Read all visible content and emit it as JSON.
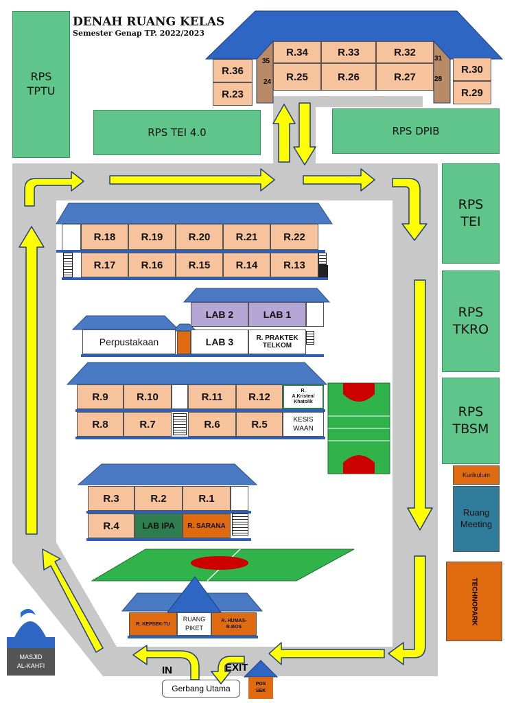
{
  "title": "DENAH RUANG KELAS",
  "subtitle": "Semester Genap TP. 2022/2023",
  "rps": {
    "tptu": "RPS\nTPTU",
    "tei40": "RPS TEI 4.0",
    "dpib": "RPS DPIB",
    "tei": "RPS\nTEI",
    "tkro": "RPS\nTKRO",
    "tbsm": "RPS\nTBSM"
  },
  "top_building": {
    "r34": "R.34",
    "r33": "R.33",
    "r32": "R.32",
    "r25": "R.25",
    "r26": "R.26",
    "r27": "R.27",
    "r36": "R.36",
    "r23": "R.23",
    "r30": "R.30",
    "r29": "R.29",
    "n35": "35",
    "n24": "24",
    "n31": "31",
    "n28": "28"
  },
  "block1": {
    "upper": [
      "R.18",
      "R.19",
      "R.20",
      "R.21",
      "R.22"
    ],
    "lower": [
      "R.17",
      "R.16",
      "R.15",
      "R.14",
      "R.13"
    ]
  },
  "block2": {
    "lab2": "LAB 2",
    "lab1": "LAB 1",
    "lab3": "LAB 3",
    "perpustakaan": "Perpustakaan",
    "praktek": "R. PRAKTEK\nTELKOM"
  },
  "block3": {
    "upper": [
      "R.9",
      "R.10",
      "R.11",
      "R.12"
    ],
    "lower": [
      "R.8",
      "R.7",
      "R.6",
      "R.5"
    ],
    "kristen": "R.\nA.Kristen/\nKhatolik",
    "kesiswaan": "KESIS\nWAAN"
  },
  "block4": {
    "r3": "R.3",
    "r2": "R.2",
    "r1": "R.1",
    "r4": "R.4",
    "labipa": "LAB IPA",
    "sarana": "R. SARANA"
  },
  "office": {
    "kepsek": "R. KEPSEK-TU",
    "piket": "RUANG\nPIKET",
    "humas": "R. HUMAS-\nB.BOS"
  },
  "right_side": {
    "kurikulum": "Kurikulum",
    "meeting": "Ruang\nMeeting",
    "technopark": "TECHNOPARK"
  },
  "masjid": "MASJID\nAL-KAHFI",
  "in_label": "IN",
  "exit_label": "EXIT",
  "gate": "Gerbang Utama",
  "pos": "POS\nSEK",
  "colors": {
    "rps_green": "#5fc58a",
    "room": "#f7c39c",
    "roof": "#4a7ac3",
    "road": "#c8c8c8",
    "arrow": "#ffff00",
    "orange": "#e06a10",
    "lab_purple": "#b4a7d6",
    "lab_green": "#2e7d4f",
    "meeting": "#2f7d9a",
    "field": "#2fb34a",
    "court_red": "#cc0000"
  }
}
